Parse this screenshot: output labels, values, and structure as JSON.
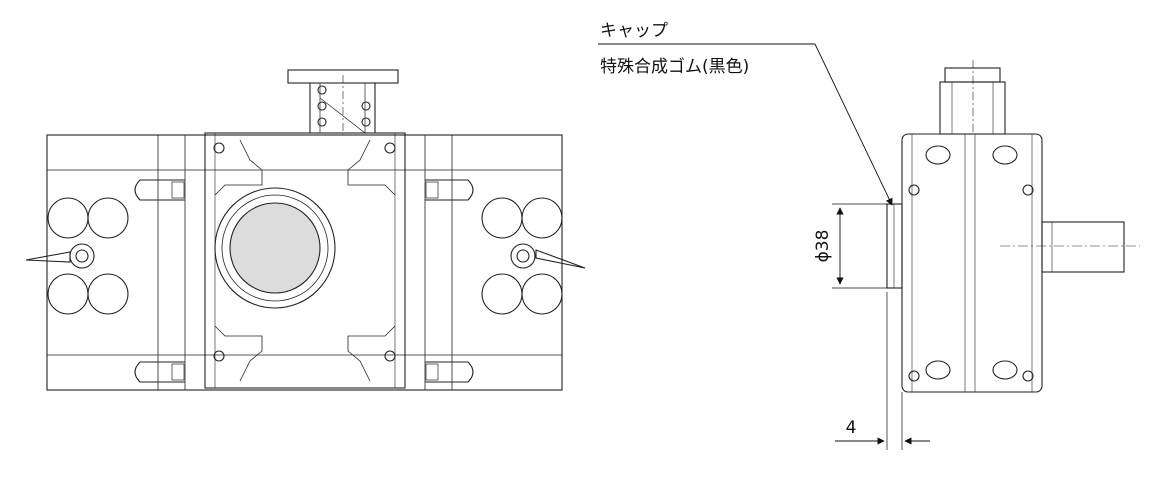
{
  "labels": {
    "cap": "キャップ",
    "material": "特殊合成ゴム(黒色)",
    "diameter": "ϕ38",
    "thickness": "4"
  }
}
